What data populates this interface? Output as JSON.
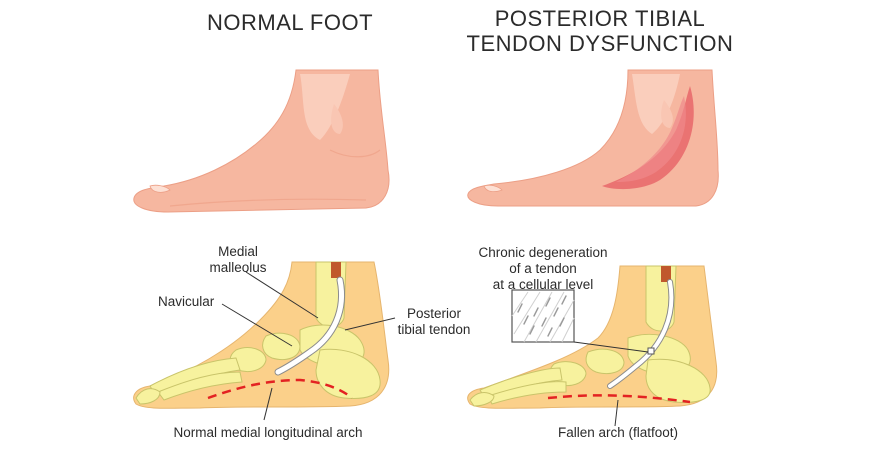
{
  "panels": {
    "left": {
      "title": "NORMAL FOOT",
      "labels": {
        "medial_malleolus": "Medial\nmalleolus",
        "navicular": "Navicular",
        "posterior_tibial_tendon": "Posterior\ntibial tendon",
        "arch": "Normal medial longitudinal arch"
      }
    },
    "right": {
      "title": "POSTERIOR TIBIAL\nTENDON DYSFUNCTION",
      "labels": {
        "degeneration": "Chronic degeneration\nof a tendon\nat a cellular level",
        "arch": "Fallen arch (flatfoot)"
      }
    }
  },
  "colors": {
    "skin": "#f6b7a0",
    "skin_light": "#fbd3c3",
    "skin_outline": "#ec9f86",
    "inflammation": "#e8676a",
    "foot_section": "#fbd08a",
    "bone": "#f7f29e",
    "bone_outline": "#c9c46a",
    "tendon": "#ffffff",
    "arch_line": "#e32222",
    "leader_line": "#333333"
  }
}
